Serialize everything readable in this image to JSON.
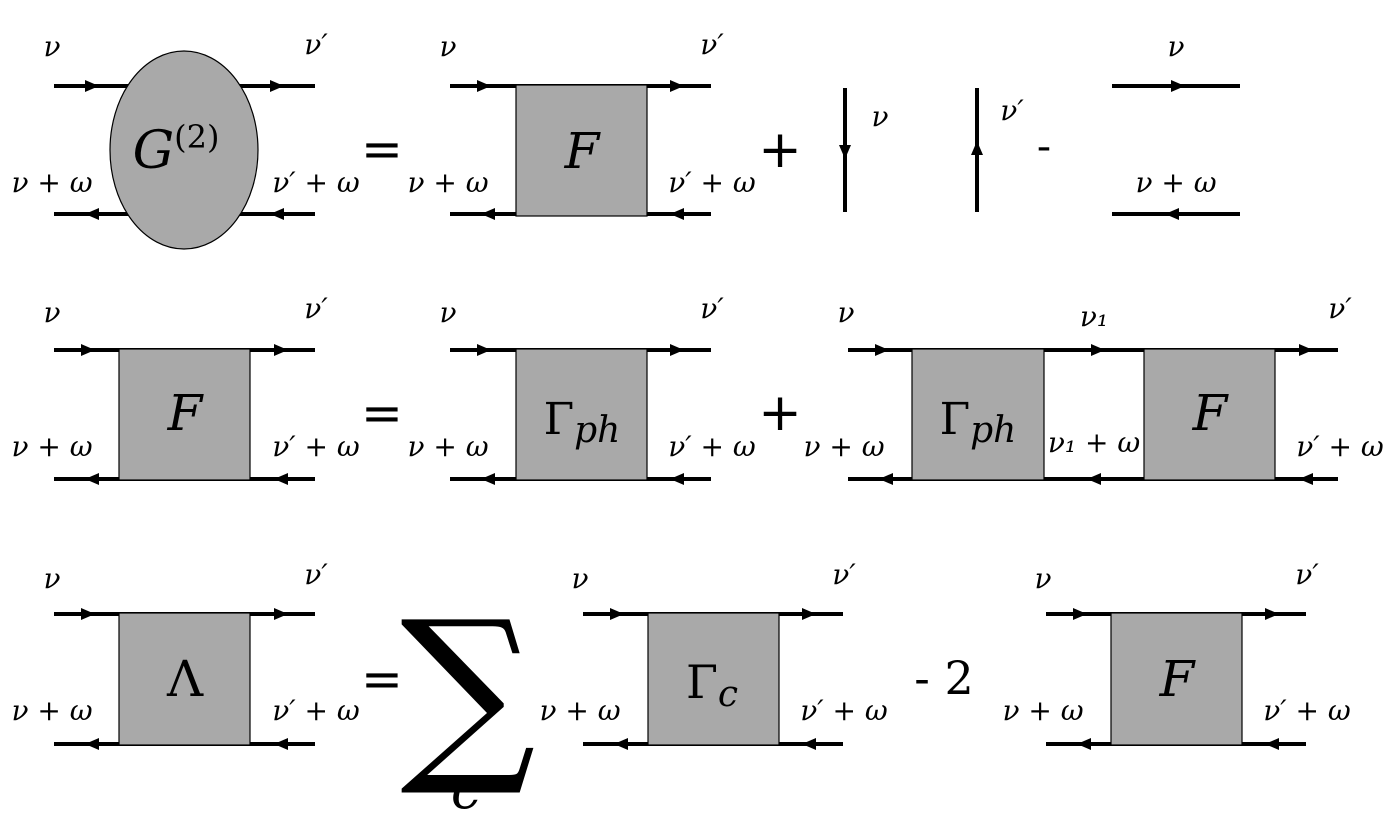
{
  "labels": {
    "nu": "ν",
    "nu_prime": "ν′",
    "nu_plus_omega": "ν + ω",
    "nu_prime_plus_omega": "ν′ + ω",
    "nu1": "ν₁",
    "nu1_plus_omega": "ν₁ + ω",
    "sum_index": "c"
  },
  "symbols": {
    "G2": "G",
    "G2_sup": "(2)",
    "F": "F",
    "Gamma": "Γ",
    "ph": "ph",
    "c": "c",
    "Lambda": "Λ",
    "sigma": "∑"
  },
  "operators": {
    "equals": "=",
    "plus": "+",
    "minus": "-",
    "minus_two": "- 2"
  },
  "colors": {
    "vertex_fill": "#a9a9a9",
    "line": "#000000",
    "background": "#ffffff"
  }
}
